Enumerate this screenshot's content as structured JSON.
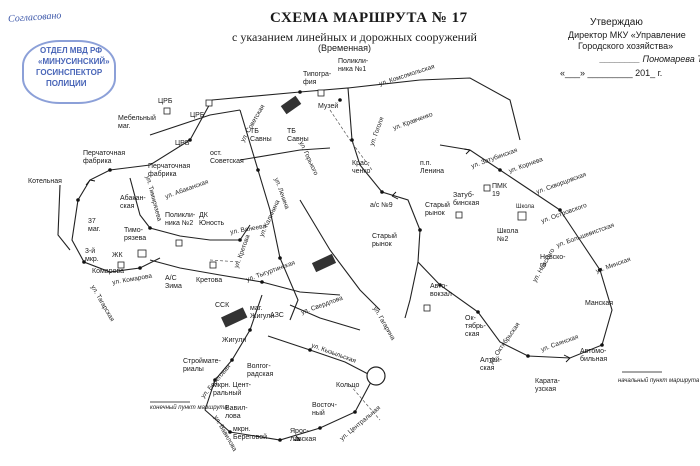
{
  "header": {
    "title": "СХЕМА МАРШРУТА № 17",
    "subtitle": "с указанием линейных и дорожных сооружений",
    "temporary": "(Временная)"
  },
  "approval": {
    "line1": "Утверждаю",
    "line2": "Директор МКУ «Управление",
    "line3": "Городского хозяйства»",
    "signature_line": "________ Пономарева Т.И.",
    "date_line": "«___» _________ 201_ г."
  },
  "stamp": {
    "agreed": "Согласовано",
    "line1": "ОТДЕЛ МВД РФ",
    "line2": "«МИНУСИНСКИЙ»",
    "line3": "ГОСИНСПЕКТОР",
    "line4": "ПОЛИЦИИ"
  },
  "stops": [
    {
      "id": "s1",
      "text": "Поликли-\nника №1"
    },
    {
      "id": "s2",
      "text": "Типогра-\nфия"
    },
    {
      "id": "s3",
      "text": "Музей"
    },
    {
      "id": "s4",
      "text": "ТБ\nСавны"
    },
    {
      "id": "s5",
      "text": "ТБ\nСавны"
    },
    {
      "id": "s6",
      "text": "ЦРБ"
    },
    {
      "id": "s7",
      "text": "ЦРБ"
    },
    {
      "id": "s8",
      "text": "Мебельный\nмаг."
    },
    {
      "id": "s9",
      "text": "ЦРБ"
    },
    {
      "id": "s10",
      "text": "ост.\nСоветская"
    },
    {
      "id": "s11",
      "text": "Перчаточная\nфабрика"
    },
    {
      "id": "s12",
      "text": "Перчаточная\nфабрика"
    },
    {
      "id": "s13",
      "text": "Котельная"
    },
    {
      "id": "s14",
      "text": "Абакан-\nская"
    },
    {
      "id": "s15",
      "text": "37\nмаг."
    },
    {
      "id": "s16",
      "text": "Тимо-\nрязева"
    },
    {
      "id": "s17",
      "text": "3-й\nмкр."
    },
    {
      "id": "s18",
      "text": "ЖК"
    },
    {
      "id": "s19",
      "text": "Комарова"
    },
    {
      "id": "s20",
      "text": "Поликли-\nника №2"
    },
    {
      "id": "s21",
      "text": "ДК\nЮность"
    },
    {
      "id": "s22",
      "text": "А/С\nЗима"
    },
    {
      "id": "s23",
      "text": "Кретова"
    },
    {
      "id": "s24",
      "text": "ССК"
    },
    {
      "id": "s25",
      "text": "маг.\nЖигули"
    },
    {
      "id": "s26",
      "text": "АЗС"
    },
    {
      "id": "s27",
      "text": "Жигули"
    },
    {
      "id": "s28",
      "text": "Строймате-\nриалы"
    },
    {
      "id": "s29",
      "text": "Волгог-\nрадская"
    },
    {
      "id": "s30",
      "text": "мкрн. Цент-\nральный"
    },
    {
      "id": "s31",
      "text": "Вавил-\nлова"
    },
    {
      "id": "s32",
      "text": "мкрн.\nБереговой"
    },
    {
      "id": "s33",
      "text": "Ярос-\nлавская"
    },
    {
      "id": "s34",
      "text": "Восточ-\nный"
    },
    {
      "id": "s35",
      "text": "Кольцо"
    },
    {
      "id": "s36",
      "text": "Крас-\nченко"
    },
    {
      "id": "s37",
      "text": "п.п.\nЛенина"
    },
    {
      "id": "s38",
      "text": "Старый\nрынок"
    },
    {
      "id": "s39",
      "text": "Старый\nрынок"
    },
    {
      "id": "s40",
      "text": "Затуб-\nбинская"
    },
    {
      "id": "s41",
      "text": "ПМК\n19"
    },
    {
      "id": "s42",
      "text": "Школа\n№2"
    },
    {
      "id": "s43",
      "text": "Невско-\nго"
    },
    {
      "id": "s44",
      "text": "Авто-\nвокзал"
    },
    {
      "id": "s45",
      "text": "Ок-\nтябрь-\nская"
    },
    {
      "id": "s46",
      "text": "Манская"
    },
    {
      "id": "s47",
      "text": "Алтай-\nская"
    },
    {
      "id": "s48",
      "text": "Автомо-\nбильная"
    },
    {
      "id": "s49",
      "text": "Карата-\nузская"
    },
    {
      "id": "s50",
      "text": "а/с №9"
    }
  ],
  "streets": [
    {
      "id": "st1",
      "text": "ул. Комсомольская"
    },
    {
      "id": "st2",
      "text": "ул. Гоголя"
    },
    {
      "id": "st3",
      "text": "ул. Кравченко"
    },
    {
      "id": "st4",
      "text": "ул. Затубинская"
    },
    {
      "id": "st5",
      "text": "ул. Корнева"
    },
    {
      "id": "st6",
      "text": "ул. Скворцовская"
    },
    {
      "id": "st7",
      "text": "ул. Островского"
    },
    {
      "id": "st8",
      "text": "ул. Большевистская"
    },
    {
      "id": "st9",
      "text": "ул. Минская"
    },
    {
      "id": "st10",
      "text": "ул. Советская"
    },
    {
      "id": "st11",
      "text": "ул. Горького"
    },
    {
      "id": "st12",
      "text": "ул. Ленина"
    },
    {
      "id": "st13",
      "text": "ул. Абаканская"
    },
    {
      "id": "st14",
      "text": "ул. Тимирязева"
    },
    {
      "id": "st15",
      "text": "ул. Комарова"
    },
    {
      "id": "st16",
      "text": "ул. Тагарская"
    },
    {
      "id": "st17",
      "text": "ул. Ванеева"
    },
    {
      "id": "st18",
      "text": "ул. Кретова"
    },
    {
      "id": "st19",
      "text": "ул. Тыгуртинская"
    },
    {
      "id": "st20",
      "text": "ул. Кызыльская"
    },
    {
      "id": "st21",
      "text": "ул. Берёговая"
    },
    {
      "id": "st22",
      "text": "ул. Вавилова"
    },
    {
      "id": "st23",
      "text": "ул. Центральная"
    },
    {
      "id": "st24",
      "text": "ул. Октябрьская"
    },
    {
      "id": "st25",
      "text": "ул. Саянская"
    },
    {
      "id": "st26",
      "text": "ул. Свердлова"
    },
    {
      "id": "st27",
      "text": "ул. Калинина"
    },
    {
      "id": "st28",
      "text": "ул. Невского"
    },
    {
      "id": "st29",
      "text": "ул. Гагарина"
    }
  ],
  "markers": {
    "start": "конечный пункт маршрута",
    "end": "начальный пункт маршрута",
    "school": "Школа"
  }
}
